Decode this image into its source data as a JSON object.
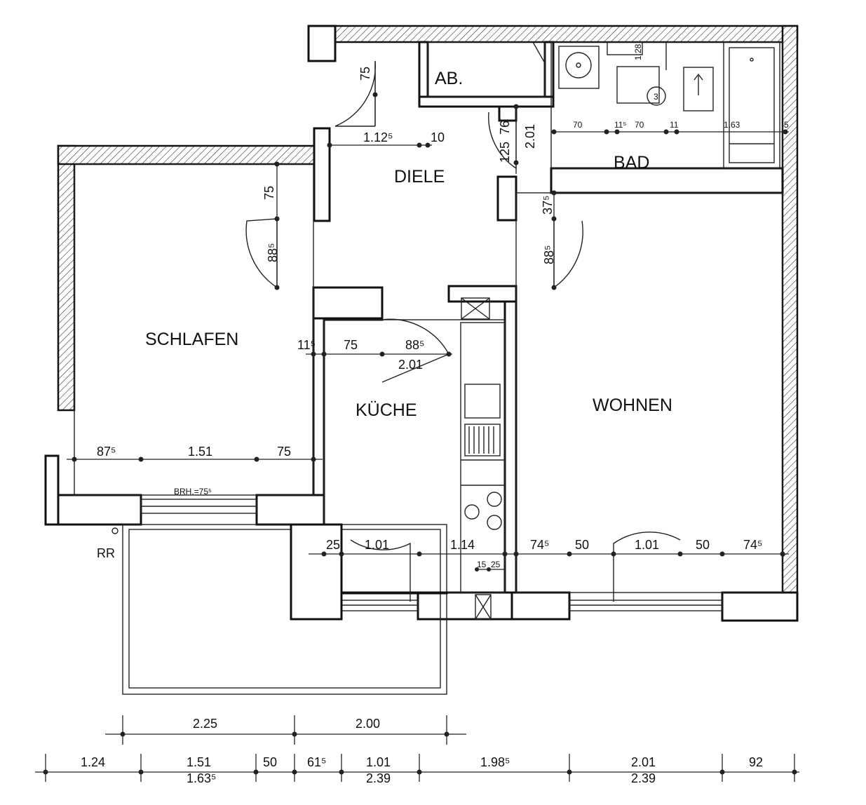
{
  "rooms": {
    "ab": "AB.",
    "diele": "DIELE",
    "bad": "BAD",
    "schlafen": "SCHLAFEN",
    "kueche": "KÜCHE",
    "wohnen": "WOHNEN",
    "rr": "RR",
    "brh": "BRH.=75⁵"
  },
  "dims": {
    "diele_75_top": "75",
    "diele_112": "1.12⁵",
    "diele_10": "10",
    "bad_125": "125",
    "bad_76": "76",
    "bad_201": "2.01",
    "bad_70a": "70",
    "bad_115": "11⁵",
    "bad_70b": "70",
    "bad_11": "11",
    "bad_163": "1.63",
    "bad_5": "5",
    "bad_128": "1.28",
    "schl_75": "75",
    "schl_885": "88⁵",
    "wohn_375": "37⁵",
    "wohn_885": "88⁵",
    "ku_115": "11⁵",
    "ku_75": "75",
    "ku_885": "88⁵",
    "ku_201": "2.01",
    "schl_875": "87⁵",
    "schl_151": "1.51",
    "schl_75b": "75",
    "ku_25": "25",
    "ku_101": "1.01",
    "ku_114": "1.14",
    "ku_15": "15",
    "ku_25b": "25",
    "wo_745a": "74⁵",
    "wo_50a": "50",
    "wo_101": "1.01",
    "wo_50b": "50",
    "wo_745b": "74⁵",
    "b1_225": "2.25",
    "b1_200": "2.00",
    "b2_124": "1.24",
    "b2_151": "1.51",
    "b2_1635": "1.63⁵",
    "b2_50": "50",
    "b2_615": "61⁵",
    "b2_101": "1.01",
    "b2_239a": "2.39",
    "b2_1985": "1.98⁵",
    "b2_201": "2.01",
    "b2_239b": "2.39",
    "b2_92": "92",
    "bad_circle": "3"
  }
}
